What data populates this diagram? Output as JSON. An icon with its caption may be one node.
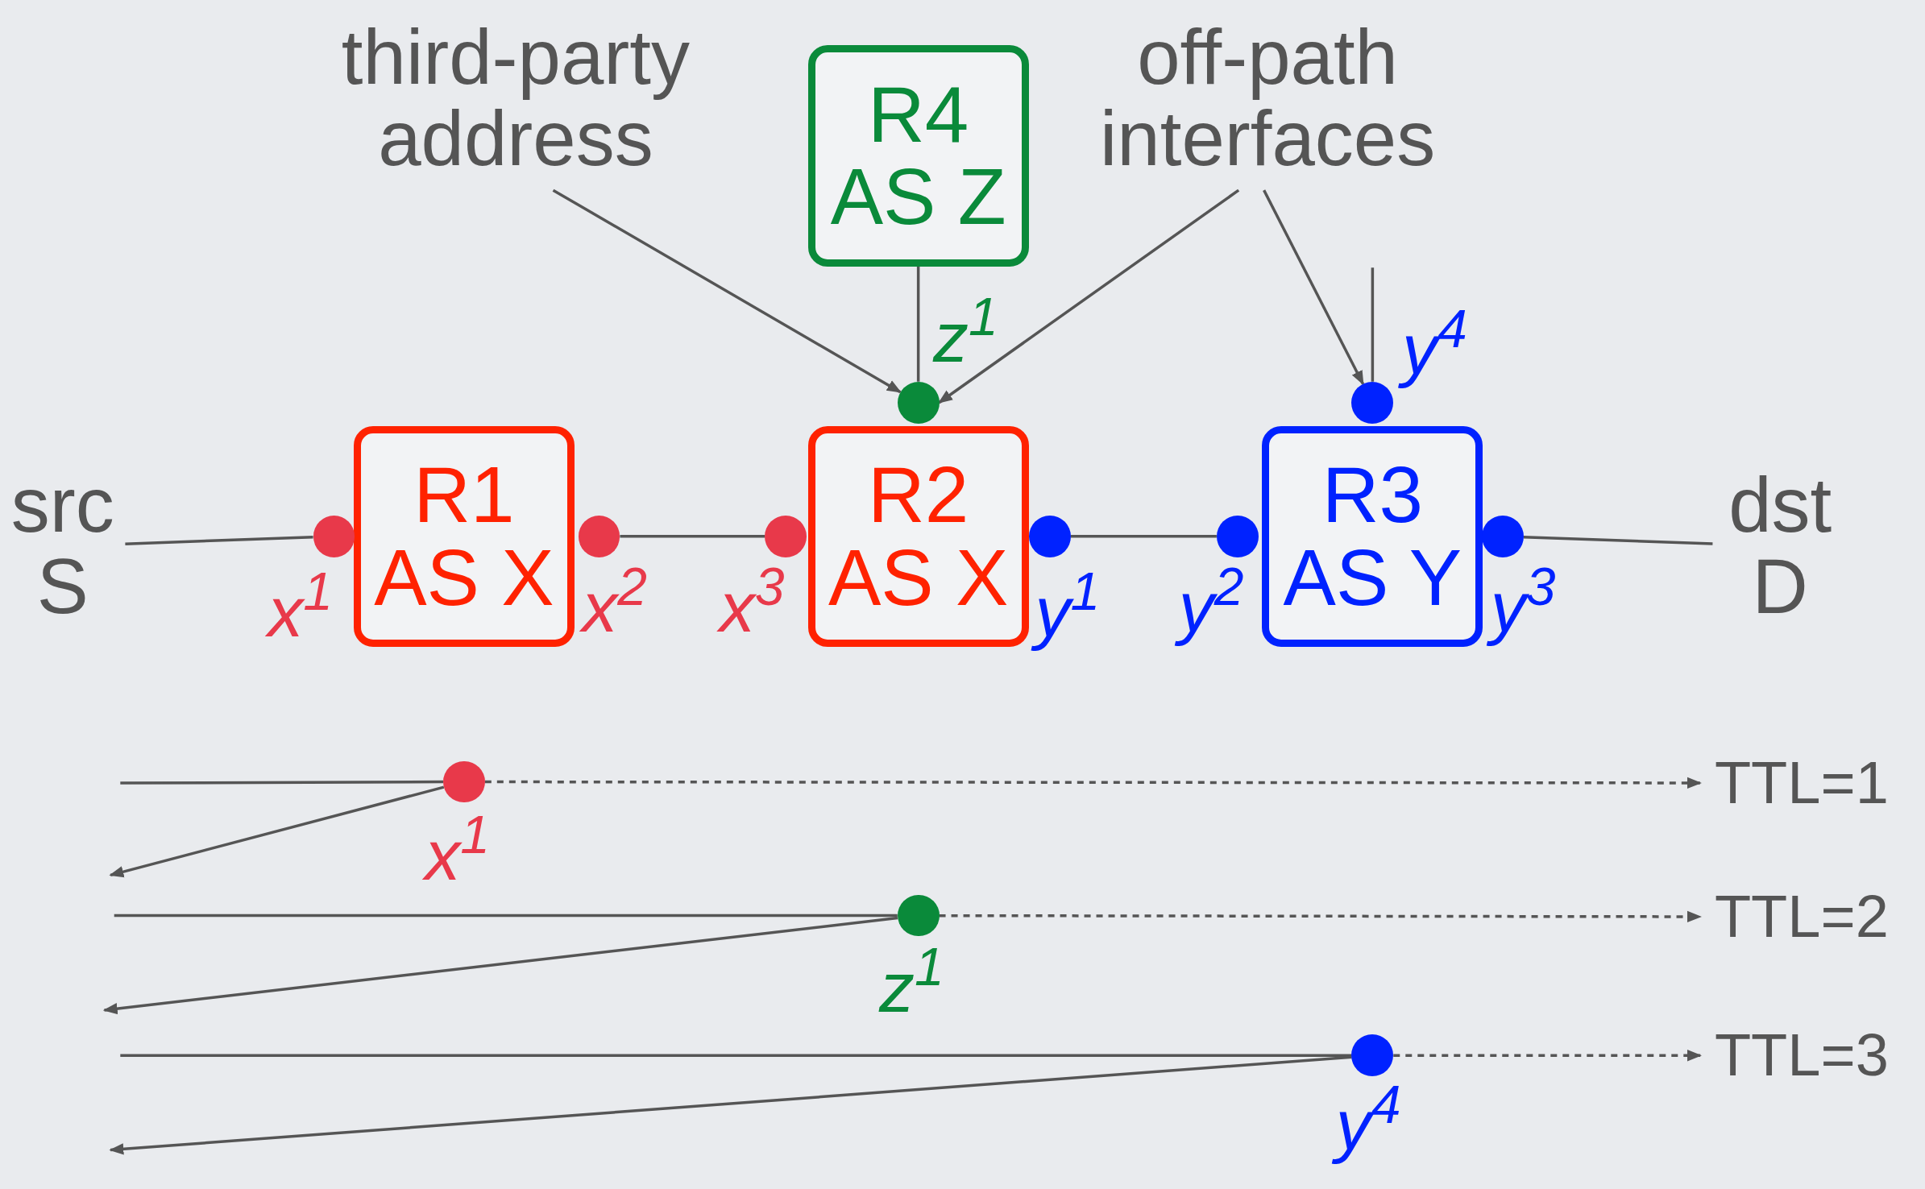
{
  "diagram": {
    "nodes": [
      {
        "text": [
          "third-party address"
        ]
      },
      {
        "text": [
          "R4",
          "AS Z"
        ]
      },
      {
        "text": [
          "off-path interfaces"
        ]
      },
      {
        "text": [
          "src",
          "S"
        ]
      },
      {
        "text": [
          "R1",
          "AS X"
        ]
      },
      {
        "text": [
          "R2",
          "AS X"
        ]
      },
      {
        "text": [
          "R3",
          "AS Y"
        ]
      },
      {
        "text": [
          "dst",
          "D"
        ]
      },
      {
        "text": [],
        "shape": "circle",
        "beside": [
          "x$^{1}$"
        ]
      },
      {
        "text": [],
        "shape": "circle",
        "beside": [
          "x$^{2}$"
        ]
      },
      {
        "text": [],
        "shape": "circle",
        "beside": [
          "x$^{3}$"
        ]
      },
      {
        "text": [],
        "shape": "circle",
        "beside": [
          "z$^{1}$"
        ]
      },
      {
        "text": [],
        "shape": "circle",
        "beside": [
          "y$^{1}$"
        ]
      },
      {
        "text": [],
        "shape": "circle",
        "beside": [
          "y$^{2}$"
        ]
      },
      {
        "text": [],
        "shape": "circle",
        "beside": [
          "y$^{4}$"
        ]
      },
      {
        "text": [],
        "shape": "circle",
        "beside": [
          "y$^{3}$"
        ]
      },
      {
        "text": [],
        "shape": "circle",
        "beside": [
          "x$^{1}$"
        ]
      },
      {
        "text": [
          "TTL=1"
        ]
      },
      {
        "text": [],
        "shape": "circle",
        "beside": [
          "z$^{1}$"
        ]
      },
      {
        "text": [
          "TTL=2"
        ]
      },
      {
        "text": [],
        "shape": "circle",
        "beside": [
          "y$^{4}$"
        ]
      },
      {
        "text": [
          "TTL=3"
        ]
      }
    ],
    "edges": [
      {
        "from": 3,
        "to": 8,
        "arrow": "none"
      },
      {
        "from": 9,
        "to": 10,
        "arrow": "none"
      },
      {
        "from": 12,
        "to": 13,
        "arrow": "none"
      },
      {
        "from": 15,
        "to": 7,
        "arrow": "none"
      },
      {
        "from": 1,
        "to": 11,
        "arrow": "none"
      },
      {
        "from": 14,
        "to": null,
        "arrow": "none"
      },
      {
        "from": 0,
        "to": 11,
        "arrow": "to"
      },
      {
        "from": 2,
        "to": 11,
        "arrow": "to"
      },
      {
        "from": 2,
        "to": 14,
        "arrow": "to"
      },
      {
        "from": null,
        "to": 16,
        "arrow": "none"
      },
      {
        "from": 16,
        "to": 17,
        "arrow": "to",
        "style": "dashed"
      },
      {
        "from": 16,
        "to": null,
        "arrow": "to"
      },
      {
        "from": null,
        "to": 18,
        "arrow": "none"
      },
      {
        "from": 18,
        "to": 19,
        "arrow": "to",
        "style": "dashed"
      },
      {
        "from": 18,
        "to": null,
        "arrow": "to"
      },
      {
        "from": null,
        "to": 20,
        "arrow": "none"
      },
      {
        "from": 20,
        "to": 21,
        "arrow": "to",
        "style": "dashed"
      },
      {
        "from": 20,
        "to": null,
        "arrow": "to"
      }
    ]
  }
}
